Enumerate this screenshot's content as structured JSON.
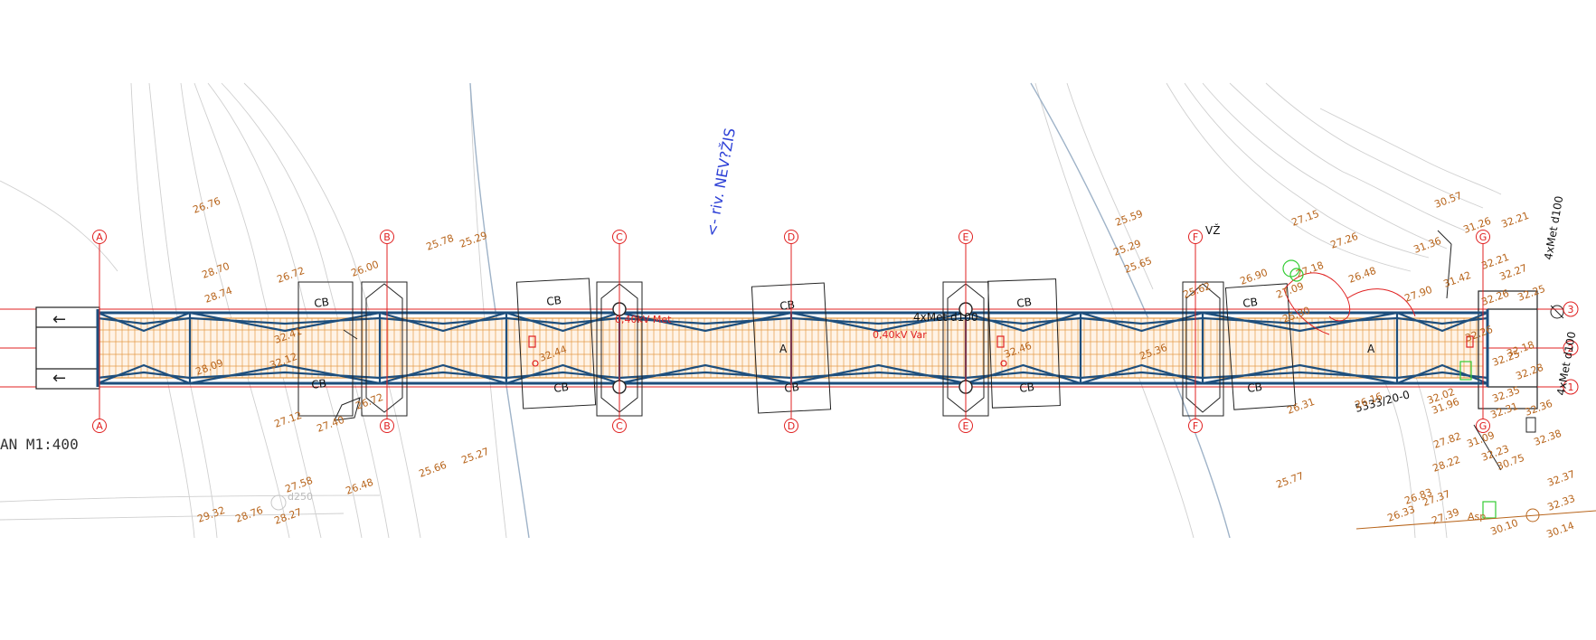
{
  "plan": {
    "scale_label": "AN M1:400",
    "river_label": "<- riv. NEV?ŽIS",
    "markers": {
      "vz": "VŽ",
      "cable_top": "4xMet d100",
      "cable_right": "4xMet d100",
      "cable_mid": "4xMet d100",
      "kv_met": "0,40kV Met",
      "kv_var": "0,40kV Var",
      "code_5333": "5333/20-0",
      "asp": "Asp",
      "d250": "d250"
    },
    "side_markers": {
      "one": "1",
      "two": "2",
      "three": "3"
    },
    "cb_label": "CB",
    "pier_a_label": "A",
    "colors": {
      "elev": "#b8651c",
      "axis": "#e02020",
      "steel": "#1e4f7d",
      "deck": "#e49a46",
      "contour": "#c8c8c8",
      "river": "#2c3fd6"
    },
    "axes": [
      {
        "letter": "A"
      },
      {
        "letter": "B"
      },
      {
        "letter": "C"
      },
      {
        "letter": "D"
      },
      {
        "letter": "E"
      },
      {
        "letter": "F"
      },
      {
        "letter": "G"
      }
    ],
    "elevations": [
      {
        "text": "26.76"
      },
      {
        "text": "28.70"
      },
      {
        "text": "28.74"
      },
      {
        "text": "26.72"
      },
      {
        "text": "26.00"
      },
      {
        "text": "25.78"
      },
      {
        "text": "25.29"
      },
      {
        "text": "32.41"
      },
      {
        "text": "32.12"
      },
      {
        "text": "28.09"
      },
      {
        "text": "27.12"
      },
      {
        "text": "27.40"
      },
      {
        "text": "26.72"
      },
      {
        "text": "27.58"
      },
      {
        "text": "26.48"
      },
      {
        "text": "29.32"
      },
      {
        "text": "28.76"
      },
      {
        "text": "28.27"
      },
      {
        "text": "25.66"
      },
      {
        "text": "25.27"
      },
      {
        "text": "32.44"
      },
      {
        "text": "32.46"
      },
      {
        "text": "25.59"
      },
      {
        "text": "25.29"
      },
      {
        "text": "25.65"
      },
      {
        "text": "25.62"
      },
      {
        "text": "27.15"
      },
      {
        "text": "27.26"
      },
      {
        "text": "26.90"
      },
      {
        "text": "27.18"
      },
      {
        "text": "27.09"
      },
      {
        "text": "26.48"
      },
      {
        "text": "30.57"
      },
      {
        "text": "31.26"
      },
      {
        "text": "32.21"
      },
      {
        "text": "31.36"
      },
      {
        "text": "32.21"
      },
      {
        "text": "32.27"
      },
      {
        "text": "32.26"
      },
      {
        "text": "31.42"
      },
      {
        "text": "27.90"
      },
      {
        "text": "32.25"
      },
      {
        "text": "32.26"
      },
      {
        "text": "25.36"
      },
      {
        "text": "26.31"
      },
      {
        "text": "26.16"
      },
      {
        "text": "32.02"
      },
      {
        "text": "31.96"
      },
      {
        "text": "32.35"
      },
      {
        "text": "32.31"
      },
      {
        "text": "32.36"
      },
      {
        "text": "32.38"
      },
      {
        "text": "31.09"
      },
      {
        "text": "27.82"
      },
      {
        "text": "28.22"
      },
      {
        "text": "32.23"
      },
      {
        "text": "30.75"
      },
      {
        "text": "25.77"
      },
      {
        "text": "26.83"
      },
      {
        "text": "26.33"
      },
      {
        "text": "27.37"
      },
      {
        "text": "27.39"
      },
      {
        "text": "32.37"
      },
      {
        "text": "32.33"
      },
      {
        "text": "30.10"
      },
      {
        "text": "30.14"
      },
      {
        "text": "32.28"
      },
      {
        "text": "32.25"
      },
      {
        "text": "32.18"
      },
      {
        "text": "25.30"
      }
    ]
  }
}
